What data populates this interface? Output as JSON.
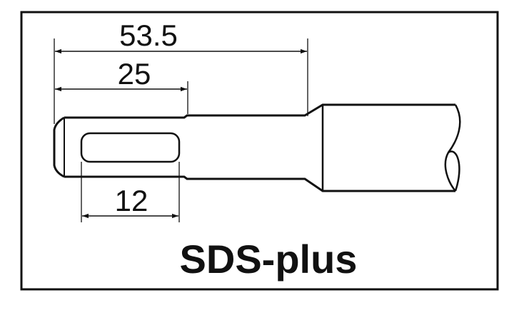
{
  "dimensions": {
    "overall_length": "53.5",
    "shank_length": "25",
    "slot_length": "12"
  },
  "caption": "SDS-plus"
}
